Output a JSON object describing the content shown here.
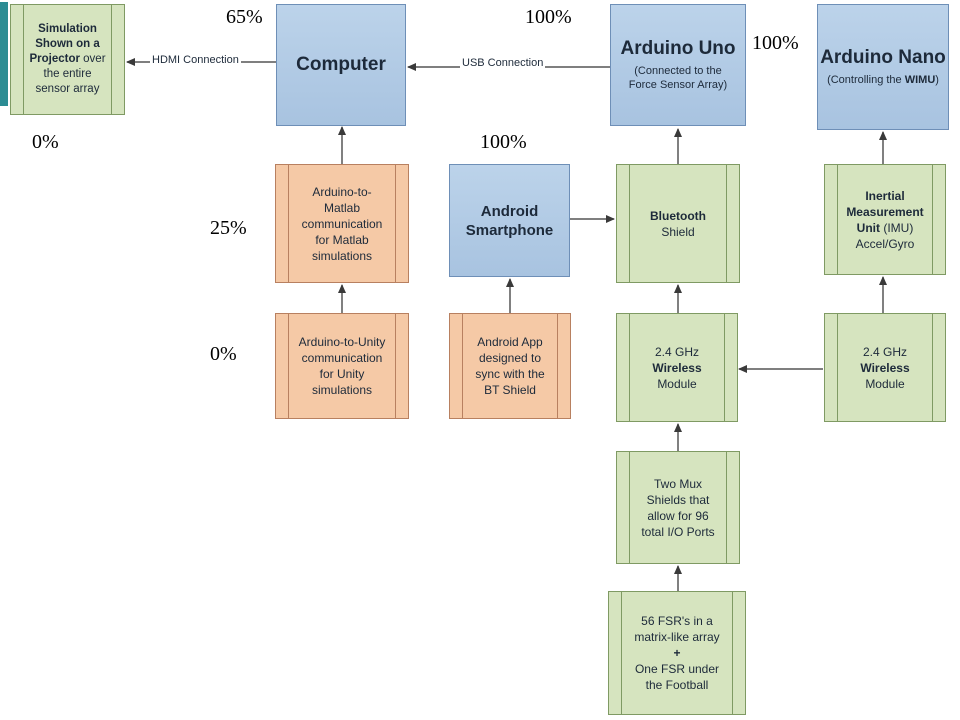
{
  "percentages": {
    "computer": "65%",
    "arduino_uno": "100%",
    "arduino_nano": "100%",
    "simulation": "0%",
    "android_smartphone": "100%",
    "matlab": "25%",
    "unity": "0%"
  },
  "connections": {
    "hdmi": "HDMI Connection",
    "usb": "USB Connection"
  },
  "nodes": {
    "simulation": {
      "line1": "Simulation",
      "line2": "Shown on a",
      "line3_bold": "Projector",
      "line3_rest": " over",
      "line4": "the entire",
      "line5": "sensor array"
    },
    "computer": {
      "title": "Computer"
    },
    "arduino_uno": {
      "title": "Arduino Uno",
      "sub1": "(Connected to the",
      "sub2": "Force Sensor Array)"
    },
    "arduino_nano": {
      "title": "Arduino Nano",
      "sub_pre": "(Controlling the ",
      "sub_bold": "WIMU",
      "sub_post": ")"
    },
    "matlab": {
      "l1": "Arduino-to-",
      "l2": "Matlab",
      "l3": "communication",
      "l4": "for Matlab",
      "l5": "simulations"
    },
    "unity": {
      "l1": "Arduino-to-Unity",
      "l2": "communication",
      "l3": "for Unity",
      "l4": "simulations"
    },
    "android_smartphone": {
      "l1": "Android",
      "l2": "Smartphone"
    },
    "android_app": {
      "l1": "Android App",
      "l2": "designed to",
      "l3": "sync with the",
      "l4": "BT Shield"
    },
    "bluetooth": {
      "l1": "Bluetooth",
      "l2": "Shield"
    },
    "imu": {
      "l1": "Inertial",
      "l2": "Measurement",
      "l3_bold": "Unit",
      "l3_rest": " (IMU)",
      "l4": "Accel/Gyro"
    },
    "wireless_left": {
      "l1": "2.4 GHz",
      "l2": "Wireless",
      "l3": "Module"
    },
    "wireless_right": {
      "l1": "2.4 GHz",
      "l2": "Wireless",
      "l3": "Module"
    },
    "mux": {
      "l1": "Two Mux",
      "l2": "Shields that",
      "l3": "allow for 96",
      "l4": "total I/O Ports"
    },
    "fsr": {
      "l1": "56 FSR's in a",
      "l2": "matrix-like array",
      "l3": "+",
      "l4": "One FSR under",
      "l5": "the Football"
    }
  }
}
